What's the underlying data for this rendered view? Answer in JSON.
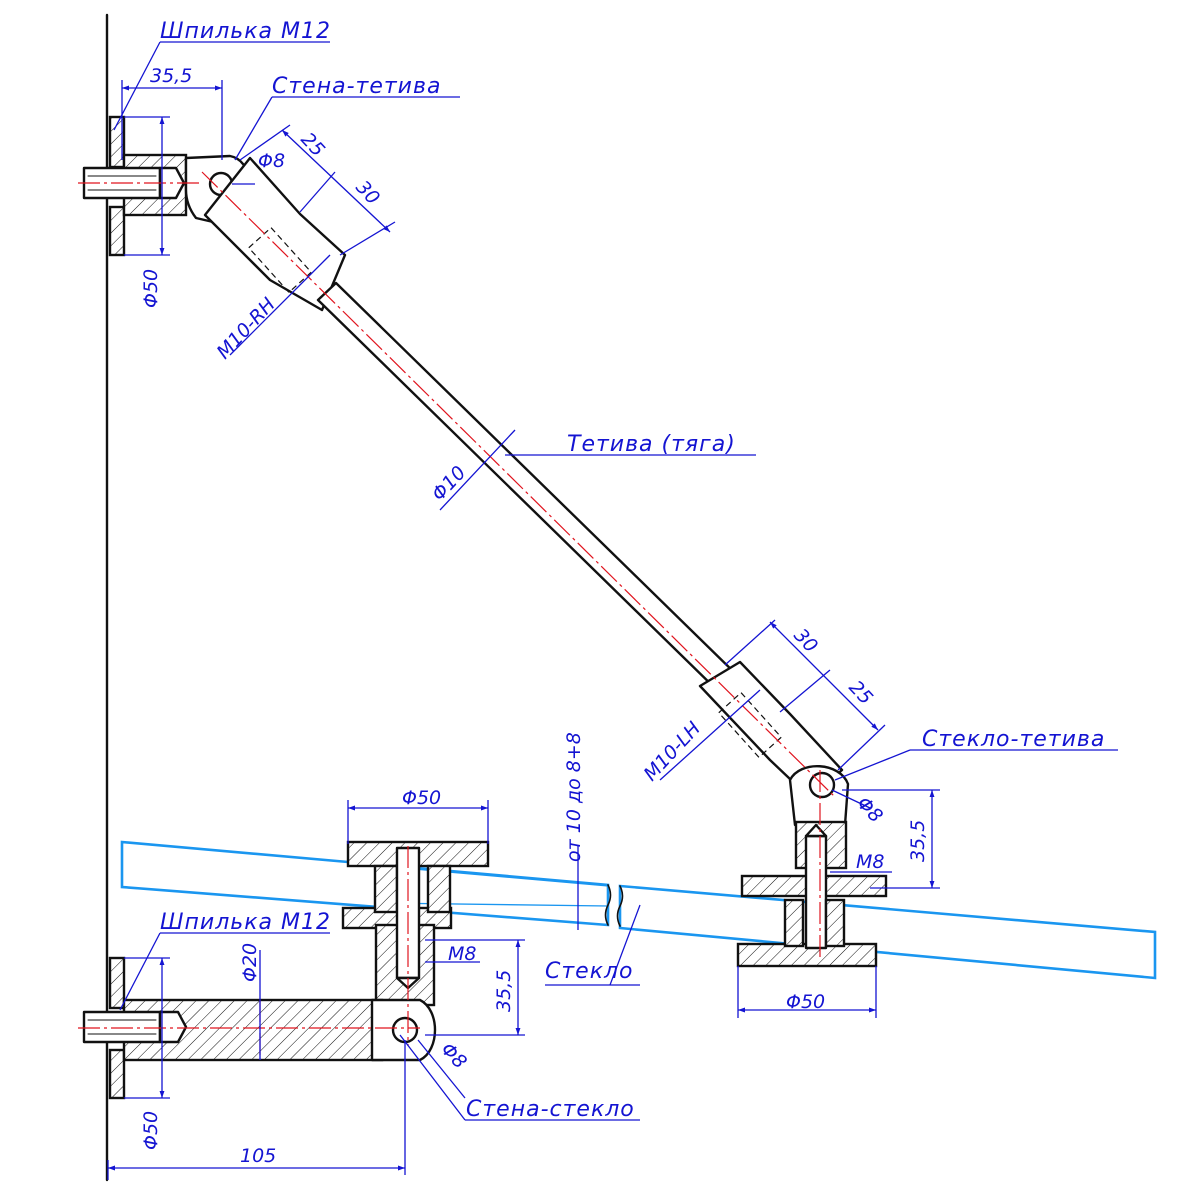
{
  "labels": {
    "stud_top": "Шпилька М12",
    "wall_string": "Стена-тетива",
    "string_rod": "Тетива (тяга)",
    "glass_string": "Стекло-тетива",
    "glass": "Стекло",
    "stud_bottom": "Шпилька М12",
    "wall_glass": "Стена-стекло"
  },
  "dimensions": {
    "top_offset": "35,5",
    "top_hole": "Φ8",
    "top_dim_25": "25",
    "top_dim_30": "30",
    "top_flange_dia": "Φ50",
    "thread_rh": "M10-RH",
    "rod_dia": "Φ10",
    "lower_dim_30": "30",
    "lower_dim_25": "25",
    "thread_lh": "M10-LH",
    "lower_hole": "Φ8",
    "right_bolt": "M8",
    "right_offset": "35,5",
    "glass_range": "от 10 до 8+8",
    "left_disc_dia": "Φ50",
    "right_disc_dia": "Φ50",
    "left_bolt": "M8",
    "left_offset": "35,5",
    "bottom_stud_dia": "Φ20",
    "bottom_hole": "Φ8",
    "bottom_flange_dia": "Φ50",
    "bottom_length": "105"
  },
  "colors": {
    "object": "#111111",
    "dimension": "#1414d2",
    "centerline": "#e0141e",
    "glass": "#1a96f0"
  }
}
